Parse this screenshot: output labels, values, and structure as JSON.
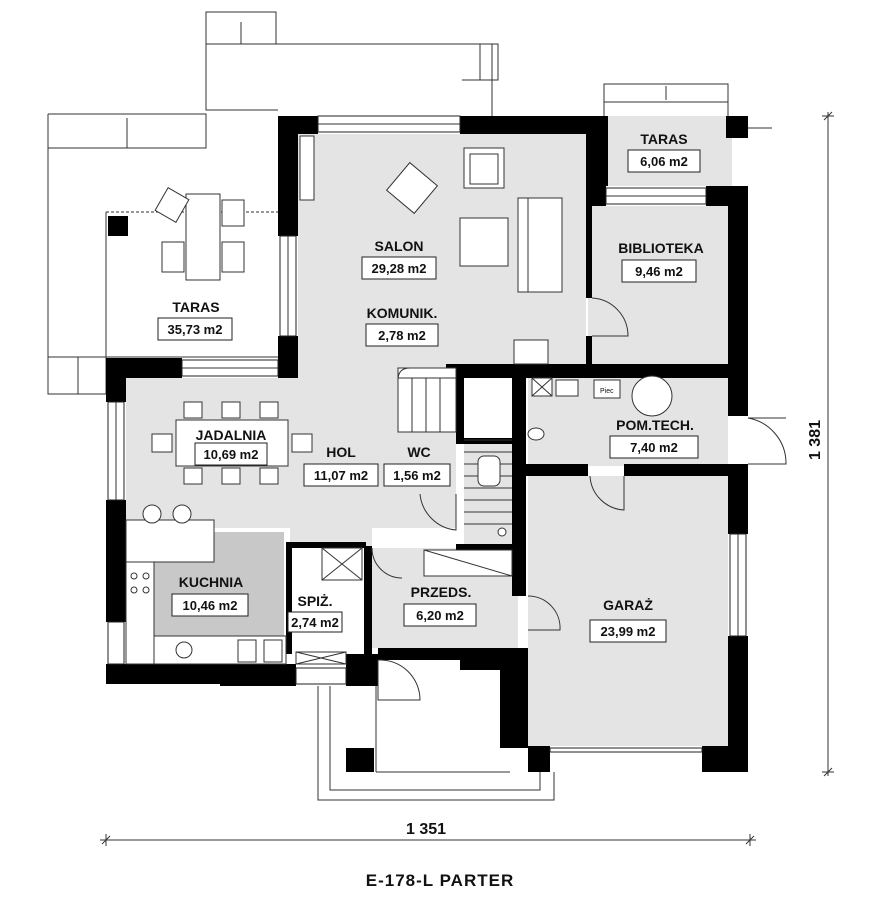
{
  "plan": {
    "caption": "E-178-L PARTER",
    "dim_width": "1 351",
    "dim_height": "1 381",
    "stove_label": "Piec"
  },
  "rooms": {
    "taras_big": {
      "name": "TARAS",
      "area": "35,73 m2"
    },
    "taras_small": {
      "name": "TARAS",
      "area": "6,06 m2"
    },
    "salon": {
      "name": "SALON",
      "area": "29,28 m2"
    },
    "komunik": {
      "name": "KOMUNIK.",
      "area": "2,78 m2"
    },
    "biblioteka": {
      "name": "BIBLIOTEKA",
      "area": "9,46 m2"
    },
    "jadalnia": {
      "name": "JADALNIA",
      "area": "10,69 m2"
    },
    "hol": {
      "name": "HOL",
      "area": "11,07 m2"
    },
    "wc": {
      "name": "WC",
      "area": "1,56 m2"
    },
    "pom_tech": {
      "name": "POM.TECH.",
      "area": "7,40 m2"
    },
    "kuchnia": {
      "name": "KUCHNIA",
      "area": "10,46 m2"
    },
    "spiz": {
      "name": "SPIŻ.",
      "area": "2,74 m2"
    },
    "przeds": {
      "name": "PRZEDS.",
      "area": "6,20 m2"
    },
    "garaz": {
      "name": "GARAŻ",
      "area": "23,99 m2"
    }
  },
  "colors": {
    "floor": "#e4e4e4",
    "kitchen_floor": "#c8c8c8",
    "wall": "#000000"
  }
}
